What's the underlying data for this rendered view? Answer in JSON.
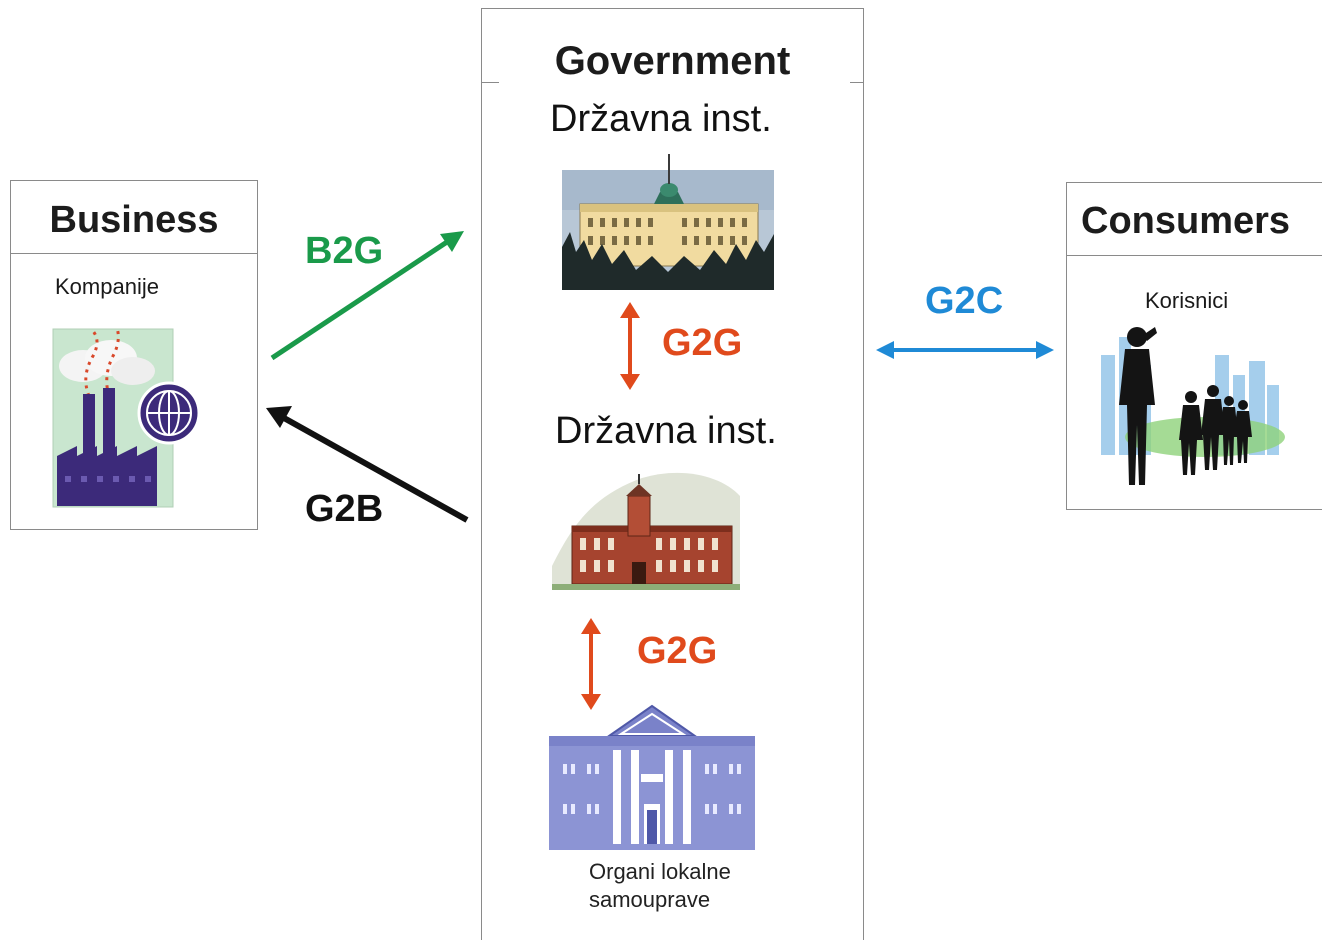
{
  "business": {
    "title": "Business",
    "subtitle": "Kompanije"
  },
  "government": {
    "title": "Government",
    "inst_top": "Državna inst.",
    "inst_middle": "Državna inst.",
    "local": [
      "Organi lokalne",
      "samouprave"
    ]
  },
  "consumers": {
    "title": "Consumers",
    "subtitle": "Korisnici"
  },
  "relations": {
    "b2g": "B2G",
    "g2b": "G2B",
    "g2c": "G2C",
    "g2g_upper": "G2G",
    "g2g_lower": "G2G"
  },
  "colors": {
    "b2g": "#1a9a4a",
    "g2b": "#111111",
    "g2c": "#1f8ad6",
    "g2g": "#e04a1c"
  }
}
